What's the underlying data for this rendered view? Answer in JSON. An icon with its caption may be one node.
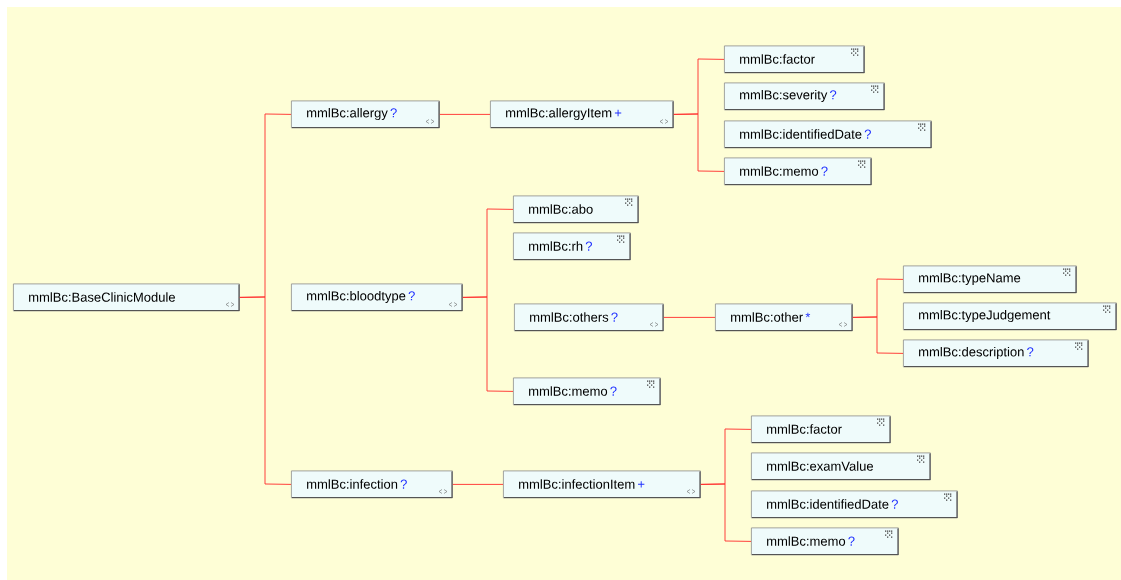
{
  "diagram": {
    "nodes": [
      {
        "text": [
          "mmlBc:BaseClinicModule"
        ]
      },
      {
        "text": [
          "mmlBc:allergy",
          "?"
        ]
      },
      {
        "text": [
          "mmlBc:allergyItem",
          "+"
        ]
      },
      {
        "text": [
          "mmlBc:factor"
        ]
      },
      {
        "text": [
          "mmlBc:severity",
          "?"
        ]
      },
      {
        "text": [
          "mmlBc:identifiedDate",
          "?"
        ]
      },
      {
        "text": [
          "mmlBc:memo",
          "?"
        ]
      },
      {
        "text": [
          "mmlBc:bloodtype",
          "?"
        ]
      },
      {
        "text": [
          "mmlBc:abo"
        ]
      },
      {
        "text": [
          "mmlBc:rh",
          "?"
        ]
      },
      {
        "text": [
          "mmlBc:others",
          "?"
        ]
      },
      {
        "text": [
          "mmlBc:other",
          "*"
        ]
      },
      {
        "text": [
          "mmlBc:typeName"
        ]
      },
      {
        "text": [
          "mmlBc:typeJudgement"
        ]
      },
      {
        "text": [
          "mmlBc:description",
          "?"
        ]
      },
      {
        "text": [
          "mmlBc:memo",
          "?"
        ]
      },
      {
        "text": [
          "mmlBc:infection",
          "?"
        ]
      },
      {
        "text": [
          "mmlBc:infectionItem",
          "+"
        ]
      },
      {
        "text": [
          "mmlBc:factor"
        ]
      },
      {
        "text": [
          "mmlBc:examValue"
        ]
      },
      {
        "text": [
          "mmlBc:identifiedDate",
          "?"
        ]
      },
      {
        "text": [
          "mmlBc:memo",
          "?"
        ]
      }
    ],
    "edges": [
      {
        "from": 0,
        "to": 1,
        "arrow": "none"
      },
      {
        "from": 0,
        "to": 16,
        "arrow": "none"
      },
      {
        "from": 1,
        "to": 2,
        "arrow": "none"
      },
      {
        "from": 2,
        "to": 3,
        "arrow": "none"
      },
      {
        "from": 2,
        "to": 6,
        "arrow": "none"
      },
      {
        "from": 7,
        "to": 8,
        "arrow": "none"
      },
      {
        "from": 7,
        "to": 15,
        "arrow": "none"
      },
      {
        "from": 10,
        "to": 11,
        "arrow": "none"
      },
      {
        "from": 11,
        "to": 12,
        "arrow": "none"
      },
      {
        "from": 11,
        "to": 14,
        "arrow": "none"
      },
      {
        "from": 16,
        "to": 17,
        "arrow": "none"
      },
      {
        "from": 17,
        "to": 18,
        "arrow": "none"
      },
      {
        "from": 17,
        "to": 21,
        "arrow": "none"
      }
    ]
  }
}
